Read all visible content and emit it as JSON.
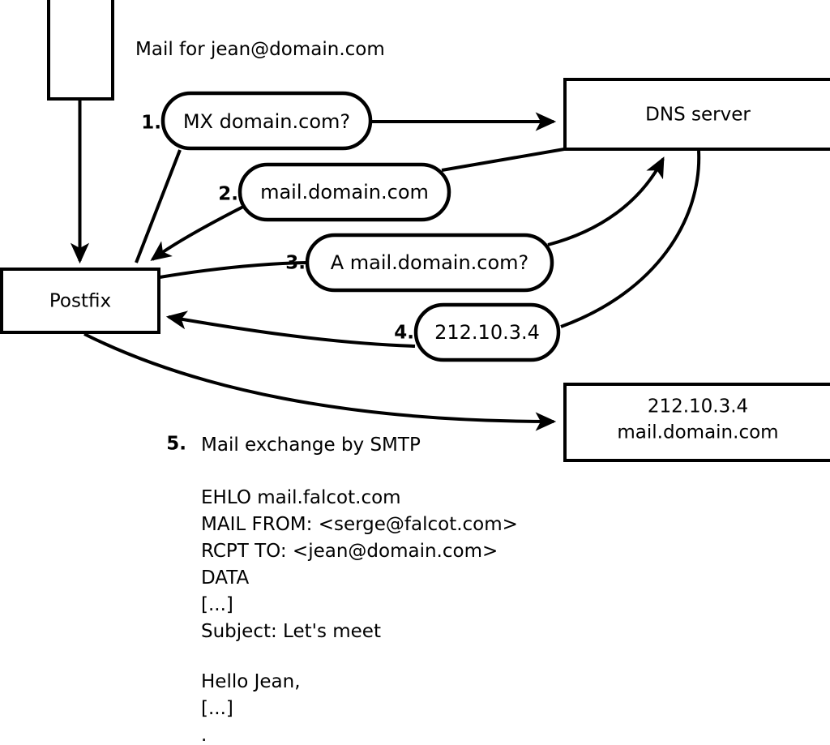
{
  "diagram": {
    "title_note": "Mail for jean@domain.com",
    "nodes": {
      "client": {
        "label": ""
      },
      "postfix": {
        "label": "Postfix"
      },
      "dns": {
        "label": "DNS server"
      },
      "mailserver": {
        "line1": "212.10.3.4",
        "line2": "mail.domain.com"
      }
    },
    "steps": [
      {
        "num": "1.",
        "label": "MX domain.com?"
      },
      {
        "num": "2.",
        "label": "mail.domain.com"
      },
      {
        "num": "3.",
        "label": "A mail.domain.com?"
      },
      {
        "num": "4.",
        "label": "212.10.3.4"
      }
    ],
    "step5": {
      "num": "5.",
      "label": "Mail exchange by SMTP"
    },
    "transcript": [
      "EHLO mail.falcot.com",
      "MAIL FROM: <serge@falcot.com>",
      "RCPT TO: <jean@domain.com>",
      "DATA",
      "[...]",
      "Subject: Let's meet",
      "",
      "Hello Jean,",
      "[...]",
      "."
    ]
  },
  "colors": {
    "stroke": "#000000",
    "fill": "#ffffff",
    "text": "#000000"
  }
}
